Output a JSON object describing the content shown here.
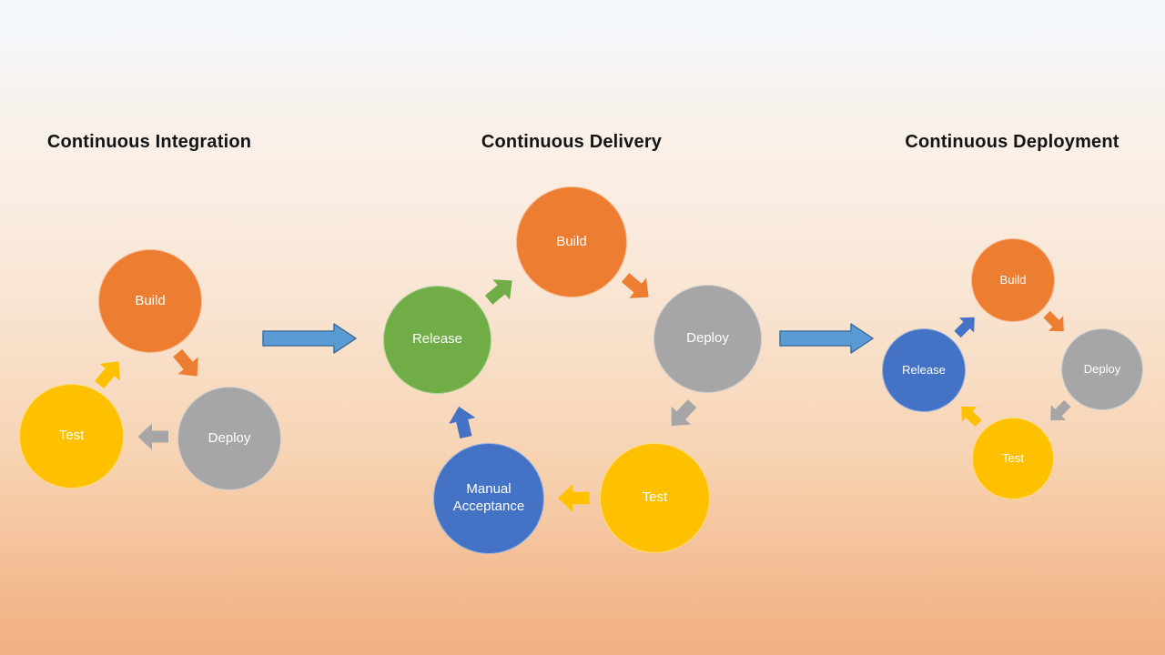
{
  "diagrams": [
    {
      "title": "Continuous Integration",
      "nodes": [
        {
          "label": "Build",
          "color": "#ED7D31"
        },
        {
          "label": "Deploy",
          "color": "#A6A6A6"
        },
        {
          "label": "Test",
          "color": "#FFC000"
        }
      ],
      "arrows": [
        {
          "name": "build-to-deploy",
          "color": "#ED7D31"
        },
        {
          "name": "deploy-to-test",
          "color": "#A6A6A6"
        },
        {
          "name": "test-to-build",
          "color": "#FFC000"
        }
      ]
    },
    {
      "title": "Continuous Delivery",
      "nodes": [
        {
          "label": "Build",
          "color": "#ED7D31"
        },
        {
          "label": "Deploy",
          "color": "#A6A6A6"
        },
        {
          "label": "Test",
          "color": "#FFC000"
        },
        {
          "label": "Manual Acceptance",
          "color": "#4472C4"
        },
        {
          "label": "Release",
          "color": "#70AD47"
        }
      ],
      "arrows": [
        {
          "name": "release-to-build",
          "color": "#70AD47"
        },
        {
          "name": "build-to-deploy",
          "color": "#ED7D31"
        },
        {
          "name": "deploy-to-test",
          "color": "#A6A6A6"
        },
        {
          "name": "test-to-manual-acceptance",
          "color": "#FFC000"
        },
        {
          "name": "manual-acceptance-to-release",
          "color": "#4472C4"
        }
      ]
    },
    {
      "title": "Continuous Deployment",
      "nodes": [
        {
          "label": "Build",
          "color": "#ED7D31"
        },
        {
          "label": "Deploy",
          "color": "#A6A6A6"
        },
        {
          "label": "Test",
          "color": "#FFC000"
        },
        {
          "label": "Release",
          "color": "#4472C4"
        }
      ],
      "arrows": [
        {
          "name": "release-to-build",
          "color": "#4472C4"
        },
        {
          "name": "build-to-deploy",
          "color": "#ED7D31"
        },
        {
          "name": "deploy-to-test",
          "color": "#A6A6A6"
        },
        {
          "name": "test-to-release",
          "color": "#FFC000"
        }
      ]
    }
  ],
  "flow_arrows": [
    {
      "name": "integration-to-delivery",
      "fill": "#5B9BD5",
      "border": "#41719C"
    },
    {
      "name": "delivery-to-deployment",
      "fill": "#5B9BD5",
      "border": "#41719C"
    }
  ],
  "style": {
    "node_label_color": "#FFFFFF",
    "title_color": "#141414",
    "background_top": "#F3F8FC",
    "background_bottom": "#F1B083"
  }
}
